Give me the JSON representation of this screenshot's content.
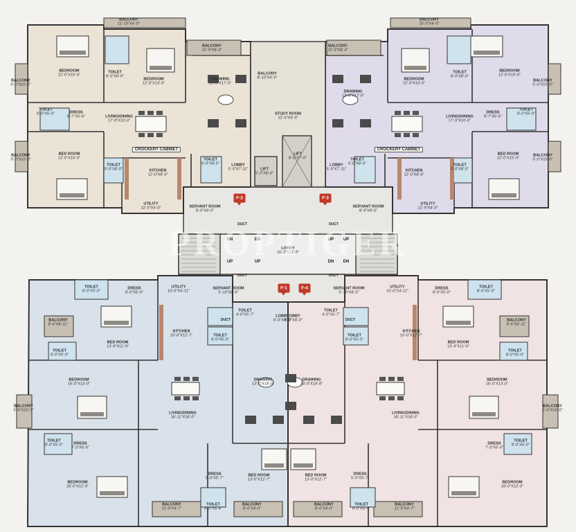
{
  "plan": {
    "watermark": "PROPTIGER",
    "colors": {
      "flat_f1": "#d9e2ea",
      "flat_f2": "#ebe3d6",
      "flat_f3": "#e0dbea",
      "flat_f4": "#f1e3e3",
      "lobby": "#e9e7e3",
      "balcony": "#c8c1b3",
      "toilet": "#cfe3ee",
      "wall": "#333333",
      "marker": "#c0392b"
    },
    "flat_markers": [
      {
        "id": "F-2",
        "label": "F-2"
      },
      {
        "id": "F-3",
        "label": "F-3"
      },
      {
        "id": "F-1",
        "label": "F-1"
      },
      {
        "id": "F-4",
        "label": "F-4"
      }
    ],
    "labels": [
      {
        "name": "BALCONY",
        "dim": "11'-10\"X4'-0\""
      },
      {
        "name": "BALCONY",
        "dim": "12'-9\"X8'-4\""
      },
      {
        "name": "BEDROOM",
        "dim": "12'-0\"X15'-0\""
      },
      {
        "name": "TOILET",
        "dim": "8'-0\"X8'-0\""
      },
      {
        "name": "BEDROOM",
        "dim": "12'-0\"X13'-0\""
      },
      {
        "name": "BALCONY",
        "dim": "5'-0\"X10'-0\""
      },
      {
        "name": "DRAWING",
        "dim": "12'-0\"X17'-0\""
      },
      {
        "name": "BALCONY",
        "dim": "8'-10\"X4'-0\""
      },
      {
        "name": "STUDY ROOM",
        "dim": "12'-0\"X9'-0\""
      },
      {
        "name": "TOILET",
        "dim": "8'-0\"X5'-0\""
      },
      {
        "name": "DRESS",
        "dim": "8'-7\"X5'-6\""
      },
      {
        "name": "LIVING/DINING",
        "dim": "17'-9\"X10'-0\""
      },
      {
        "name": "BALCONY",
        "dim": "5'-0\"X10'-0\""
      },
      {
        "name": "BED ROOM",
        "dim": "12'-0\"X15'-0\""
      },
      {
        "name": "TOILET",
        "dim": "5'-0\"X8'-0\""
      },
      {
        "name": "KITCHEN",
        "dim": "12'-0\"X8'-0\""
      },
      {
        "name": "TOILET",
        "dim": "5'-0\"X8'-0\""
      },
      {
        "name": "LOBBY",
        "dim": "5'-0\"X7'-11\""
      },
      {
        "name": "LIFT",
        "dim": "5'-3\"X8'-0\""
      },
      {
        "name": "LIFT",
        "dim": "8'-0\"X7'-0\""
      },
      {
        "name": "UTILITY",
        "dim": "12'-9\"X4'-0\""
      },
      {
        "name": "SERVANT ROOM",
        "dim": "8'-9\"X8'-0\""
      },
      {
        "name": "BALCONY",
        "dim": "15'-0\"X4'-0\""
      },
      {
        "name": "BALCONY",
        "dim": "12'-9\"X8'-4\""
      },
      {
        "name": "BEDROOM",
        "dim": "12'-0\"X13'-0\""
      },
      {
        "name": "TOILET",
        "dim": "8'-0\"X8'-0\""
      },
      {
        "name": "BEDROOM",
        "dim": "12'-0\"X15'-0\""
      },
      {
        "name": "BALCONY",
        "dim": "5'-0\"X10'-0\""
      },
      {
        "name": "DRAWING",
        "dim": "12'-0\"X17'-0\""
      },
      {
        "name": "DRESS",
        "dim": "8'-7\"X5'-6\""
      },
      {
        "name": "TOILET",
        "dim": "8'-0\"X5'-0\""
      },
      {
        "name": "LIVING/DINING",
        "dim": "17'-9\"X10'-0\""
      },
      {
        "name": "LOBBY",
        "dim": "5'-0\"X7'-11\""
      },
      {
        "name": "TOILET",
        "dim": "5'-0\"X8'-0\""
      },
      {
        "name": "KITCHEN",
        "dim": "12'-0\"X8'-0\""
      },
      {
        "name": "TOILET",
        "dim": "5'-0\"X8'-0\""
      },
      {
        "name": "BED ROOM",
        "dim": "12'-0\"X15'-0\""
      },
      {
        "name": "BALCONY",
        "dim": "5'-0\"X10'-0\""
      },
      {
        "name": "SERVANT ROOM",
        "dim": "8'-9\"X8'-0\""
      },
      {
        "name": "UTILITY",
        "dim": "12'-9\"X4'-0\""
      },
      {
        "name": "LOBBY",
        "dim": "16'-3\"X21'-9\""
      },
      {
        "name": "TOILET",
        "dim": "8'-0\"X5'-0\""
      },
      {
        "name": "DRESS",
        "dim": "8'-0\"X5'-0\""
      },
      {
        "name": "UTILITY",
        "dim": "10'-0\"X4'-11\""
      },
      {
        "name": "SERVANT ROOM",
        "dim": "5'-10\"X8'-0\""
      },
      {
        "name": "BALCONY",
        "dim": "8'-6\"X8'-11\""
      },
      {
        "name": "KITCHEN",
        "dim": "10'-0\"X12'-7\""
      },
      {
        "name": "TOILET",
        "dim": "4'-0\"X5'-7\""
      },
      {
        "name": "LOBBY",
        "dim": "6'-0\"X8'-0\""
      },
      {
        "name": "BED ROOM",
        "dim": "13'-9\"X11'-9\""
      },
      {
        "name": "TOILET",
        "dim": "8'-0\"X5'-0\""
      },
      {
        "name": "TOILET",
        "dim": "8'-0\"X5'-0\""
      },
      {
        "name": "BEDROOM",
        "dim": "16'-0\"X13'-0\""
      },
      {
        "name": "DRAWING",
        "dim": "13'-0\"X18'-0\""
      },
      {
        "name": "LIVING/DINING",
        "dim": "18'-11\"X18'-0\""
      },
      {
        "name": "BALCONY",
        "dim": "5'-0\"X10'-0\""
      },
      {
        "name": "TOILET",
        "dim": "8'-0\"X5'-0\""
      },
      {
        "name": "DRESS",
        "dim": "7'-3\"X5'-0\""
      },
      {
        "name": "BEDROOM",
        "dim": "18'-0\"X12'-0\""
      },
      {
        "name": "BALCONY",
        "dim": "12'-9\"X4'-7\""
      },
      {
        "name": "DRESS",
        "dim": "5'-0\"X5'-7\""
      },
      {
        "name": "BED ROOM",
        "dim": "13'-0\"X12'-7\""
      },
      {
        "name": "TOILET",
        "dim": "8'-0\"X5'-4\""
      },
      {
        "name": "BALCONY",
        "dim": "8'-0\"X4'-0\""
      },
      {
        "name": "TOILET",
        "dim": "8'-0\"X5'-0\""
      },
      {
        "name": "DRESS",
        "dim": "8'-0\"X5'-0\""
      },
      {
        "name": "UTILITY",
        "dim": "10'-0\"X4'-11\""
      },
      {
        "name": "SERVANT ROOM",
        "dim": "5'-10\"X8'-0\""
      },
      {
        "name": "BALCONY",
        "dim": "8'-6\"X8'-11\""
      },
      {
        "name": "KITCHEN",
        "dim": "10'-0\"X12'-7\""
      },
      {
        "name": "TOILET",
        "dim": "4'-0\"X5'-7\""
      },
      {
        "name": "LOBBY",
        "dim": "6'-0\"X8'-0\""
      },
      {
        "name": "BED ROOM",
        "dim": "13'-9\"X11'-9\""
      },
      {
        "name": "TOILET",
        "dim": "8'-0\"X5'-0\""
      },
      {
        "name": "TOILET",
        "dim": "8'-0\"X5'-0\""
      },
      {
        "name": "BEDROOM",
        "dim": "16'-0\"X13'-0\""
      },
      {
        "name": "DRAWING",
        "dim": "13'-0\"X19'-8\""
      },
      {
        "name": "LIVING/DINING",
        "dim": "18'-11\"X18'-0\""
      },
      {
        "name": "BALCONY",
        "dim": "5'-0\"X10'-0\""
      },
      {
        "name": "TOILET",
        "dim": "8'-0\"X5'-0\""
      },
      {
        "name": "DRESS",
        "dim": "7'-3\"X5'-0\""
      },
      {
        "name": "BEDROOM",
        "dim": "18'-0\"X12'-0\""
      },
      {
        "name": "BALCONY",
        "dim": "12'-9\"X4'-7\""
      },
      {
        "name": "DRESS",
        "dim": "5'-0\"X5'-7\""
      },
      {
        "name": "BED ROOM",
        "dim": "13'-0\"X12'-7\""
      },
      {
        "name": "TOILET",
        "dim": "8'-0\"X5'-4\""
      },
      {
        "name": "BALCONY",
        "dim": "8'-0\"X4'-0\""
      }
    ],
    "cabinets": [
      "CROCKERY CABINET",
      "CROCKERY CABINET"
    ],
    "stair_marks": [
      "DN",
      "UP",
      "UP",
      "DN",
      "DN",
      "UP",
      "UP",
      "DN"
    ],
    "shaft_marks": [
      "DUCT",
      "DUCT",
      "DUCT",
      "DUCT",
      "DUCT",
      "DUCT"
    ]
  }
}
